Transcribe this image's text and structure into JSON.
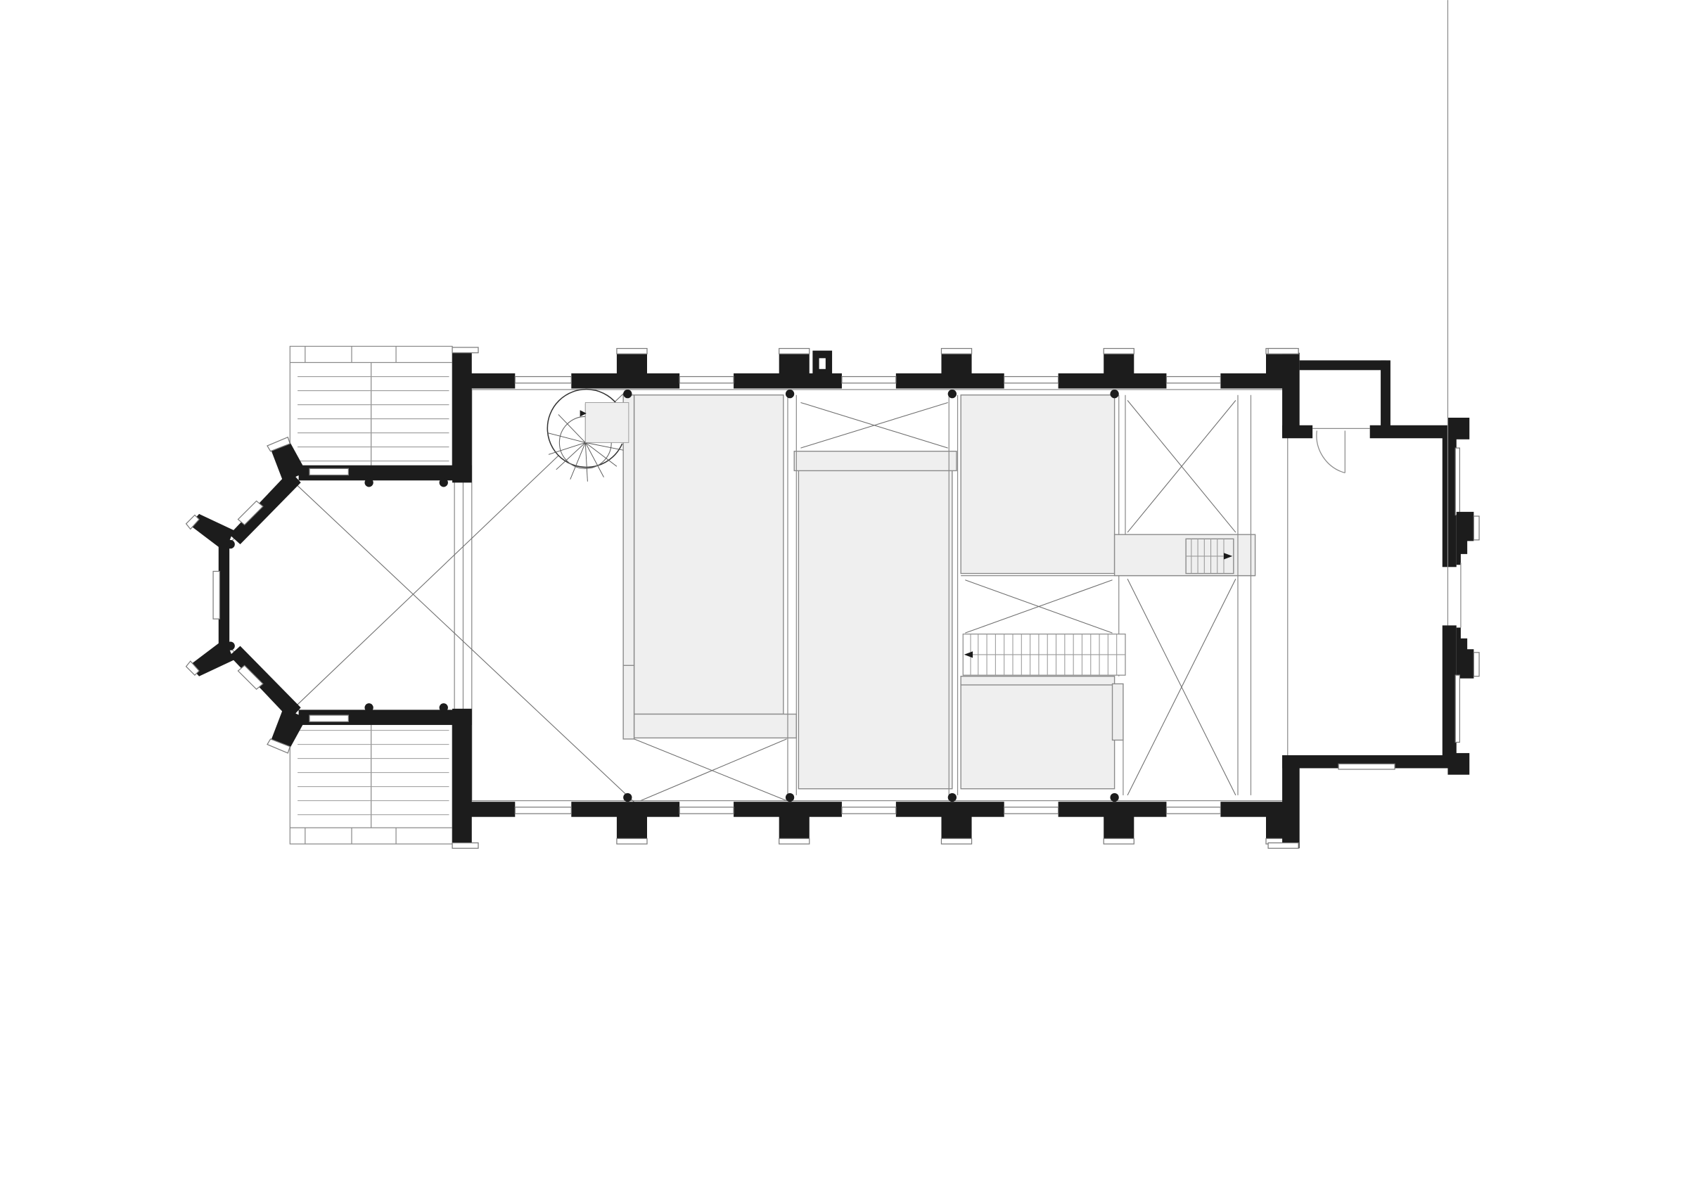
{
  "drawing": {
    "type": "architectural floor plan",
    "subject": "church / chapel interior with mezzanine levels",
    "colors": {
      "background": "#ffffff",
      "wall": "#1c1c1c",
      "floor_fill": "#efefef",
      "line": "#8a8a8a",
      "void_diagonal": "#6e6e6e"
    },
    "elements": {
      "apse": "octagonal apse (west)",
      "nave": "main nave with buttressed side walls",
      "buttresses_per_side": 6,
      "spiral_stair": "spiral staircase (north-west)",
      "straight_stairs": [
        "straight stair (mezzanine, east-pointing)",
        "straight stair (mezzanine, west-pointing)"
      ],
      "exterior_stairs": [
        "north exterior steps",
        "south exterior steps"
      ],
      "entrance": "east entrance hall with door swing",
      "voids": "open voids marked with crossed diagonals",
      "mezzanine": "grey-filled mezzanine floor plates"
    }
  }
}
